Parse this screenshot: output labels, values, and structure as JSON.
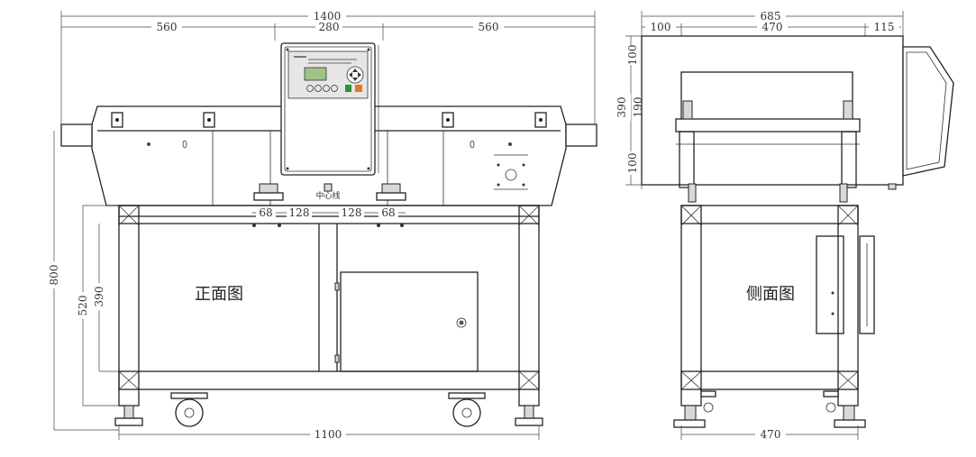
{
  "front_view": {
    "title": "正面图",
    "center_label": "中心线",
    "dims": {
      "overall_width": "1400",
      "side_left": "560",
      "center": "280",
      "side_right": "560",
      "bottom_width": "1100",
      "height_total": "800",
      "height_520": "520",
      "height_390": "390",
      "foot_left": "68",
      "offset_left": "128",
      "offset_right": "128",
      "foot_right": "68"
    }
  },
  "side_view": {
    "title": "侧面图",
    "dims": {
      "overall_width": "685",
      "left": "100",
      "middle": "470",
      "right": "115",
      "height_390": "390",
      "height_190": "190",
      "upper_100": "100",
      "lower_100": "100",
      "bottom_width": "470"
    }
  }
}
